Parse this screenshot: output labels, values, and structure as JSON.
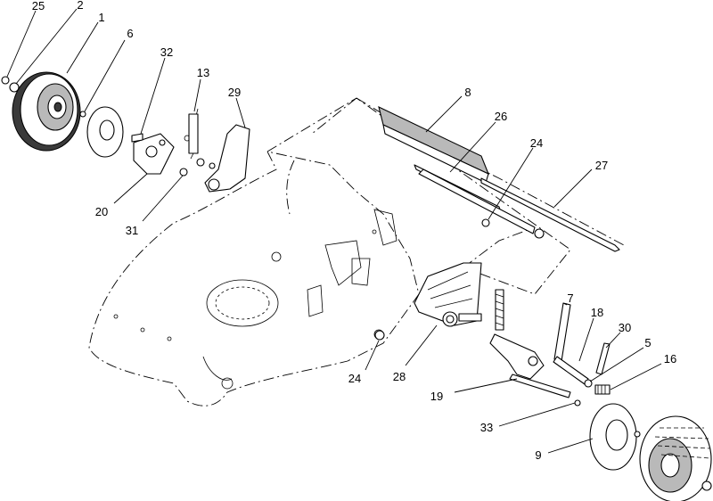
{
  "callouts": [
    {
      "id": "25",
      "text": "25"
    },
    {
      "id": "2",
      "text": "2"
    },
    {
      "id": "1",
      "text": "1"
    },
    {
      "id": "6",
      "text": "6"
    },
    {
      "id": "32",
      "text": "32"
    },
    {
      "id": "13",
      "text": "13"
    },
    {
      "id": "29",
      "text": "29"
    },
    {
      "id": "20",
      "text": "20"
    },
    {
      "id": "31",
      "text": "31"
    },
    {
      "id": "8",
      "text": "8"
    },
    {
      "id": "26",
      "text": "26"
    },
    {
      "id": "24a",
      "text": "24"
    },
    {
      "id": "27",
      "text": "27"
    },
    {
      "id": "24b",
      "text": "24"
    },
    {
      "id": "28",
      "text": "28"
    },
    {
      "id": "7",
      "text": "7"
    },
    {
      "id": "18",
      "text": "18"
    },
    {
      "id": "30",
      "text": "30"
    },
    {
      "id": "5",
      "text": "5"
    },
    {
      "id": "16",
      "text": "16"
    },
    {
      "id": "19",
      "text": "19"
    },
    {
      "id": "33",
      "text": "33"
    },
    {
      "id": "9",
      "text": "9"
    }
  ]
}
